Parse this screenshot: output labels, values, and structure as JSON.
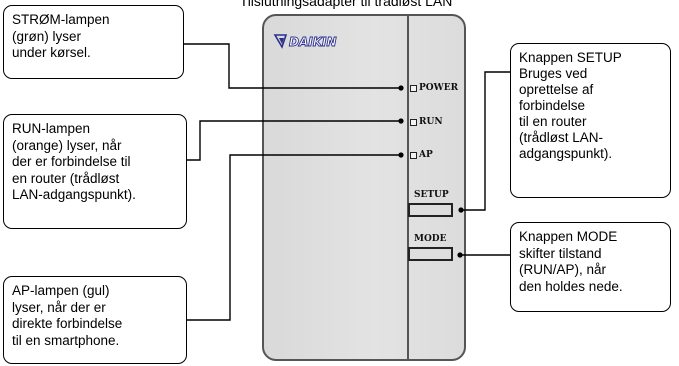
{
  "title": "Tilslutningsadapter til trådløst LAN",
  "device": {
    "brand": "DAIKIN",
    "labels": {
      "power": "POWER",
      "run": "RUN",
      "ap": "AP",
      "setup": "SETUP",
      "mode": "MODE"
    }
  },
  "callouts": {
    "power": [
      "STRØM-lampen",
      "(grøn) lyser",
      "under kørsel."
    ],
    "run": [
      "RUN-lampen",
      "(orange) lyser, når",
      "der er forbindelse til",
      "en router (trådløst",
      "LAN-adgangspunkt)."
    ],
    "ap": [
      "AP-lampen (gul)",
      "lyser, når der er",
      "direkte forbindelse",
      "til en smartphone."
    ],
    "setup": [
      "Knappen SETUP",
      "Bruges ved",
      "oprettelse af",
      "forbindelse",
      "til en router",
      "(trådløst LAN-",
      "adgangspunkt)."
    ],
    "mode": [
      "Knappen MODE",
      "skifter tilstand",
      "(RUN/AP), når",
      "den holdes nede."
    ]
  },
  "colors": {
    "outline": "#555555",
    "body": "#e0e0e0",
    "logo": "#2c2f8f"
  }
}
